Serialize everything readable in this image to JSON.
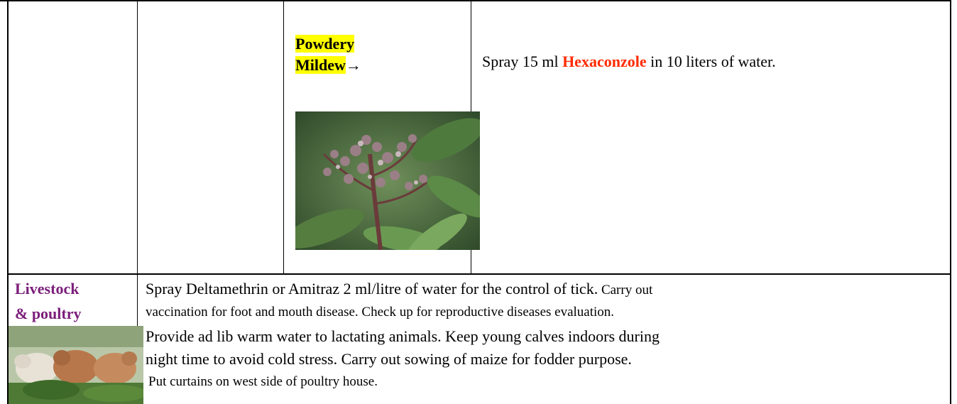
{
  "disease": {
    "name_line1": "Powdery",
    "name_line2": "Mildew",
    "arrow": "→"
  },
  "advice": {
    "prefix": "Spray 15 ml ",
    "chemical": "Hexaconzole",
    "suffix": " in 10 liters of water."
  },
  "livestock": {
    "title_line1": "Livestock",
    "title_line2": "& poultry",
    "line1_big": "Spray Deltamethrin or Amitraz 2 ml/litre of water for the control of tick.",
    "line1_small": " Carry out",
    "line2": "vaccination for foot and mouth disease.  Check up for reproductive diseases evaluation.",
    "line3": "Provide ad lib warm water to lactating animals. Keep young calves indoors during",
    "line4": "night time to avoid cold stress. Carry out sowing of maize for fodder purpose.",
    "line5": "Put curtains on west side of poultry house."
  },
  "colors": {
    "highlight": "#ffff00",
    "chemical": "#ff2a00",
    "section_title": "#7b1e7a"
  }
}
